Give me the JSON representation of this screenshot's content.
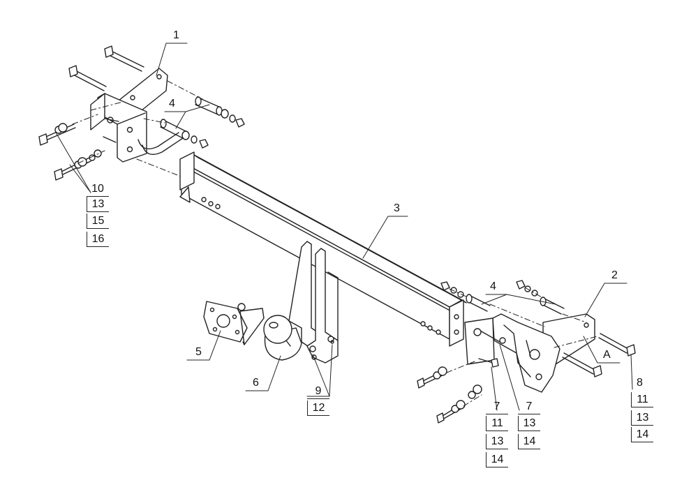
{
  "callouts": {
    "c1": "1",
    "c2": "2",
    "c3": "3",
    "c4a": "4",
    "c4b": "4",
    "c5": "5",
    "c6": "6",
    "c8": "8",
    "cA": "A"
  },
  "stacks": {
    "left": [
      "10",
      "13",
      "15",
      "16"
    ],
    "center": [
      "9",
      "12"
    ],
    "right_a": [
      "7",
      "11",
      "13",
      "14"
    ],
    "right_b": [
      "7",
      "13",
      "14"
    ],
    "right_c": [
      "11",
      "13",
      "14"
    ]
  }
}
